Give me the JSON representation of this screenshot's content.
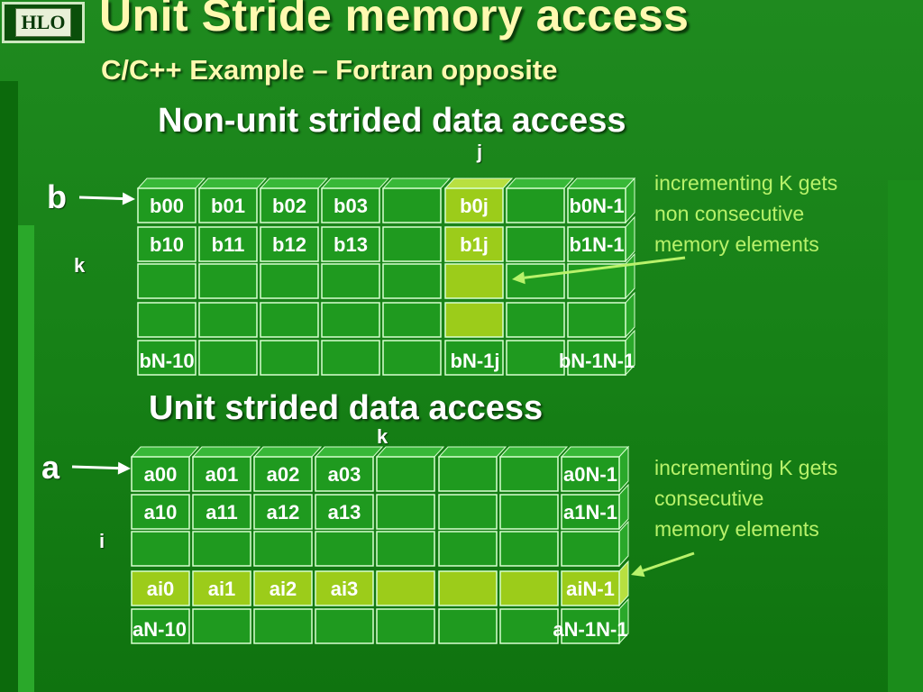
{
  "slide": {
    "logo": "HLO",
    "title": "Unit Stride memory access",
    "subtitle": "C/C++ Example – Fortran opposite"
  },
  "non_unit": {
    "heading": "Non-unit strided data access",
    "array_label": "b",
    "col_index": "j",
    "row_index": "k",
    "row0": [
      "b00",
      "b01",
      "b02",
      "b03",
      "",
      "b0j",
      "",
      "b0N-1"
    ],
    "row1": [
      "b10",
      "b11",
      "b12",
      "b13",
      "",
      "b1j",
      "",
      "b1N-1"
    ],
    "bottom_labels": [
      "bN-10",
      "bN-1j",
      "bN-1N-1"
    ],
    "note": [
      "incrementing K gets",
      "non consecutive",
      "memory elements"
    ]
  },
  "unit": {
    "heading": "Unit strided data access",
    "array_label": "a",
    "col_index": "k",
    "row_index": "i",
    "row0": [
      "a00",
      "a01",
      "a02",
      "a03",
      "",
      "",
      "",
      "a0N-1"
    ],
    "row1": [
      "a10",
      "a11",
      "a12",
      "a13",
      "",
      "",
      "",
      "a1N-1"
    ],
    "row3": [
      "ai0",
      "ai1",
      "ai2",
      "ai3",
      "",
      "",
      "",
      "aiN-1"
    ],
    "bottom_labels": [
      "aN-10",
      "aN-1N-1"
    ],
    "note": [
      "incrementing K gets",
      "consecutive",
      "memory elements"
    ]
  },
  "colors": {
    "cell": "#1f9a1f",
    "cell_edge": "#d8ffd0",
    "cell_top": "#38b838",
    "highlight": "#9ccc1a",
    "highlight_top": "#b8e040",
    "note_text": "#b8f26a",
    "arrow_white": "#ffffff",
    "arrow_note": "#b8f26a"
  }
}
